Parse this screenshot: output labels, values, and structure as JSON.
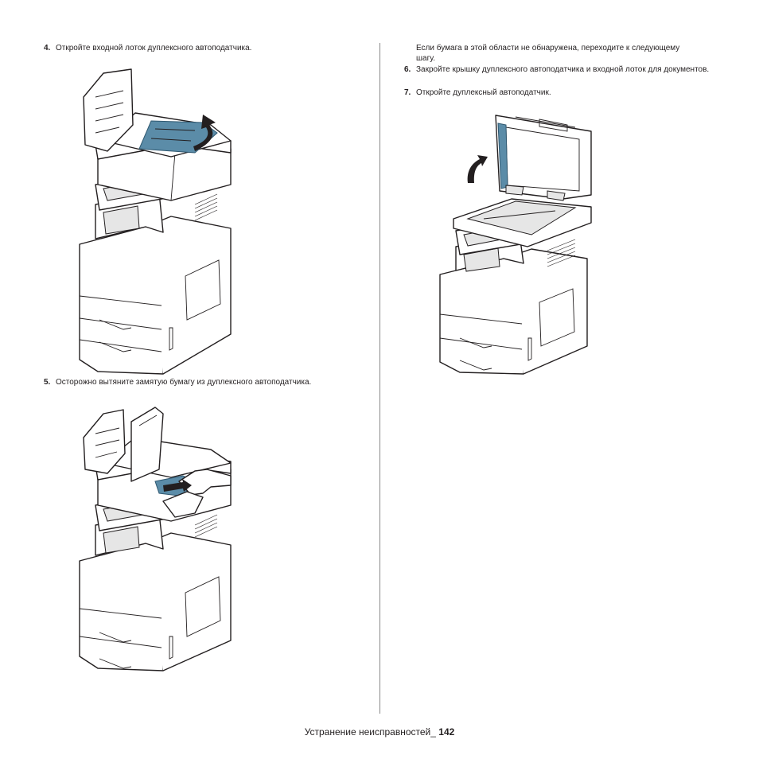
{
  "left_column": {
    "step4": {
      "number": "4.",
      "text": "Откройте входной лоток дуплексного автоподатчика."
    },
    "step5": {
      "number": "5.",
      "text": "Осторожно вытяните замятую бумагу из дуплексного автоподатчика."
    }
  },
  "right_column": {
    "continuation": "Если бумага в этой области не обнаружена, переходите к следующему шагу.",
    "step6": {
      "number": "6.",
      "text": "Закройте крышку дуплексного автоподатчика и входной лоток для документов."
    },
    "step7": {
      "number": "7.",
      "text": "Откройте дуплексный автоподатчик."
    }
  },
  "footer": {
    "section": "Устранение неисправностей_",
    "page": "142"
  },
  "colors": {
    "highlight": "#5b8ca8",
    "line": "#231f20"
  },
  "icons": [
    "arrow-icon"
  ]
}
